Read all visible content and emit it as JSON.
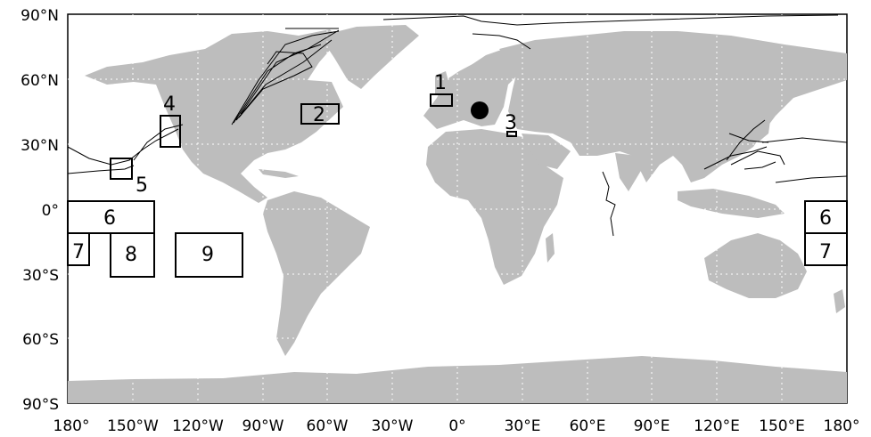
{
  "map": {
    "projection": "equirectangular",
    "lat_ticks": [
      "90°N",
      "60°N",
      "30°N",
      "0°",
      "30°S",
      "60°S",
      "90°S"
    ],
    "lon_ticks": [
      "180°",
      "150°W",
      "120°W",
      "90°W",
      "60°W",
      "30°W",
      "0°",
      "30°E",
      "60°E",
      "90°E",
      "120°E",
      "150°E",
      "180°"
    ],
    "colors": {
      "land": "#bdbdbd",
      "ocean": "#ffffff",
      "lines": "#000000"
    },
    "grid": "dotted, every 30 degrees",
    "regions": [
      {
        "label": "1",
        "lon": [
          -15,
          -3
        ],
        "lat": [
          45,
          52
        ]
      },
      {
        "label": "2",
        "lon": [
          -74,
          -57
        ],
        "lat": [
          37,
          46
        ]
      },
      {
        "label": "3",
        "lon": [
          21,
          28
        ],
        "lat": [
          33,
          36
        ]
      },
      {
        "label": "4",
        "lon": [
          -136,
          -128
        ],
        "lat": [
          28,
          43
        ]
      },
      {
        "label": "5",
        "lon": [
          -155,
          -147
        ],
        "lat": [
          15,
          23
        ]
      },
      {
        "label": "6",
        "lon": [
          -180,
          -126
        ],
        "lat": [
          -10,
          5
        ],
        "wrap": true
      },
      {
        "label": "7",
        "lon": [
          -180,
          -161
        ],
        "lat": [
          -28,
          -10
        ],
        "wrap": true
      },
      {
        "label": "8",
        "lon": [
          -155,
          -126
        ],
        "lat": [
          -28,
          -10
        ]
      },
      {
        "label": "9",
        "lon": [
          -135,
          -95
        ],
        "lat": [
          -28,
          -10
        ]
      }
    ],
    "marker": {
      "type": "filled-circle",
      "lon": 10,
      "lat": 45
    }
  }
}
